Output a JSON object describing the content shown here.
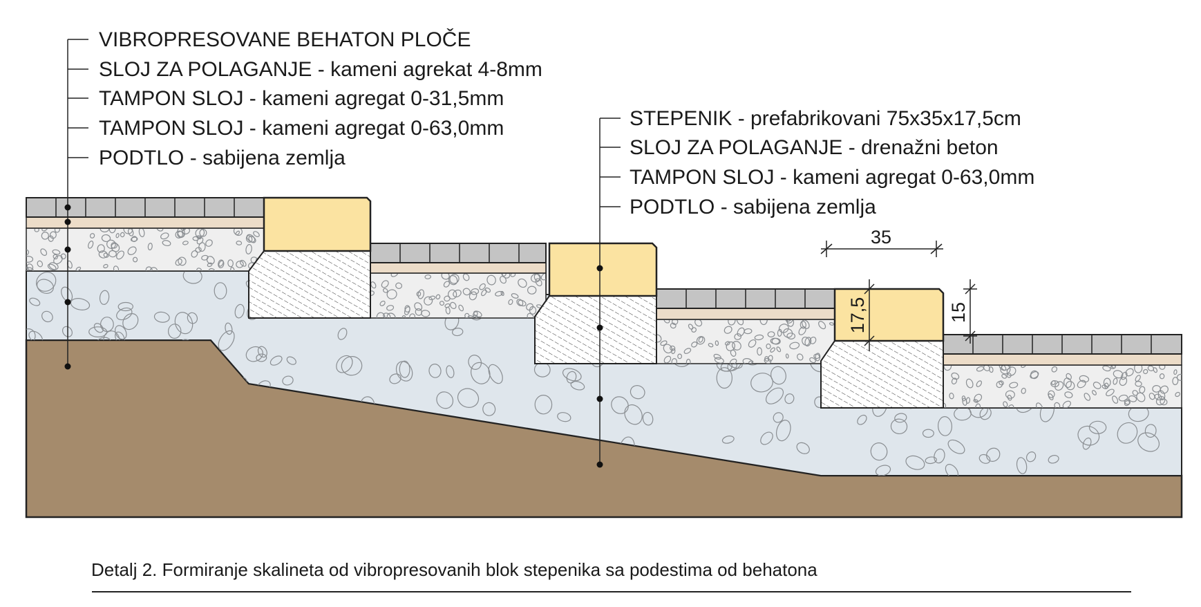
{
  "labels_left": [
    "VIBROPRESOVANE BEHATON PLOČE",
    "SLOJ ZA POLAGANJE - kameni agrekat 4-8mm",
    "TAMPON SLOJ - kameni agregat 0-31,5mm",
    "TAMPON SLOJ - kameni agregat 0-63,0mm",
    "PODTLO - sabijena zemlja"
  ],
  "labels_right": [
    "STEPENIK - prefabrikovani 75x35x17,5cm",
    "SLOJ ZA POLAGANJE - drenažni beton",
    "TAMPON SLOJ - kameni agregat 0-63,0mm",
    "PODTLO - sabijena zemlja"
  ],
  "dimensions": {
    "width": "35",
    "height": "17,5",
    "offset": "15"
  },
  "caption": "Detalj 2. Formiranje skalineta od vibropresovanih blok stepenika sa podestima od behatona",
  "colors": {
    "pavers": "#c4c4c4",
    "bedding": "#ecdcc8",
    "fine_aggregate": "#efefef",
    "coarse_aggregate": "#dfe6ec",
    "soil": "#a58b6c",
    "step": "#fbe3a1",
    "drainage_concrete": "#ffffff",
    "outline": "#222222"
  }
}
